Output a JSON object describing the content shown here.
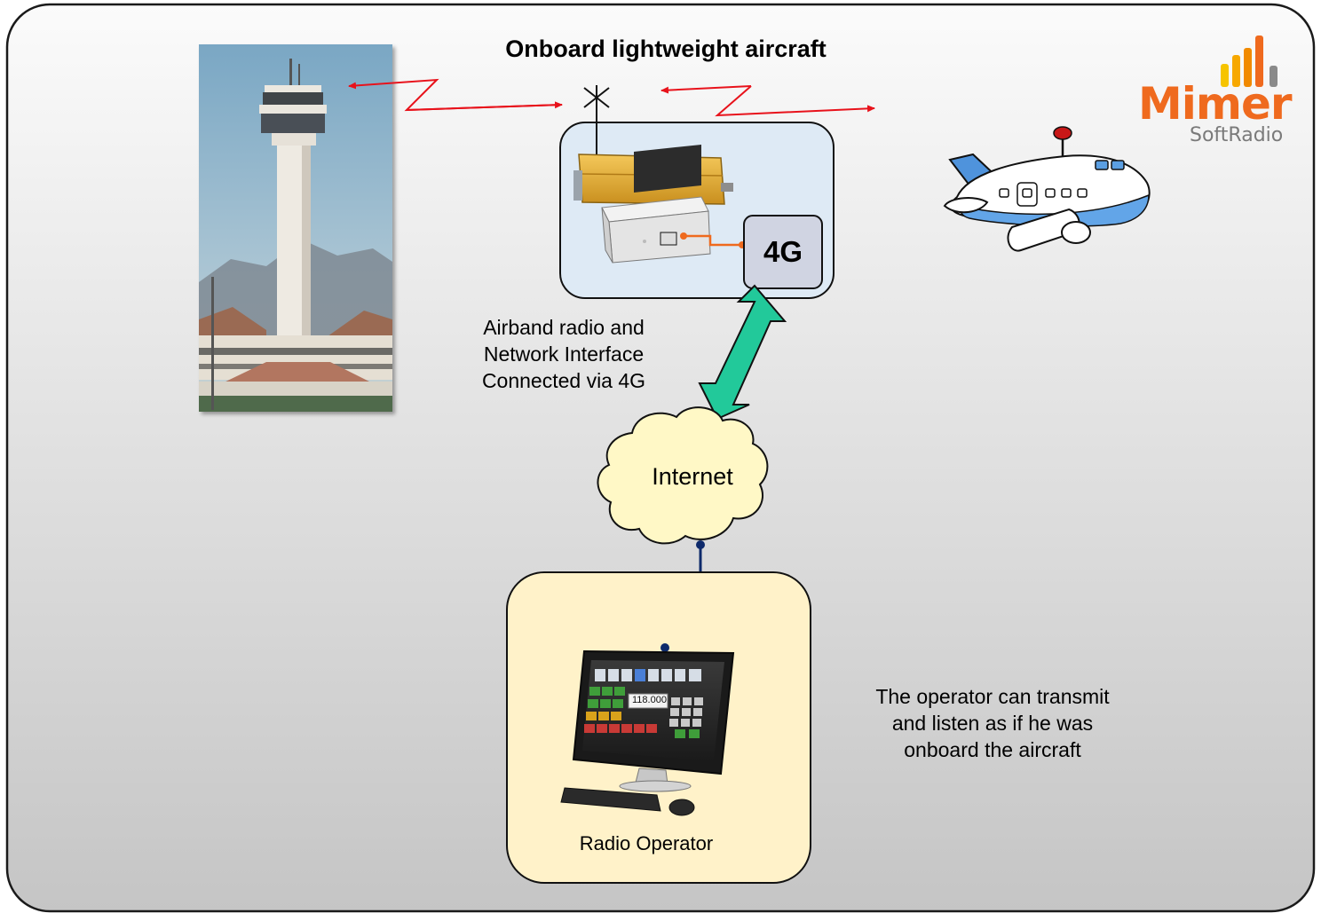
{
  "diagram": {
    "title": "Onboard lightweight aircraft",
    "radio_box": {
      "badge": "4G",
      "caption": [
        "Airband radio and",
        "Network Interface",
        "Connected via 4G"
      ]
    },
    "cloud": {
      "label": "Internet"
    },
    "operator": {
      "label": "Radio Operator",
      "frequency": "118.000",
      "caption": [
        "The operator can transmit",
        "and listen as if he was",
        "onboard the aircraft"
      ]
    },
    "logo": {
      "brand": "Mimer",
      "product": "SoftRadio"
    },
    "colors": {
      "background_top": "#fbfbfb",
      "background_bottom": "#c8c8c8",
      "radio_box_fill": "#deeaf5",
      "operator_box_fill": "#fff2c9",
      "cloud_fill": "#fff8c6",
      "link_arrow": "#22c99a",
      "radio_wave": "#e8121b",
      "network_line": "#0e2a6b",
      "logo_orange": "#ef6a1e"
    }
  }
}
